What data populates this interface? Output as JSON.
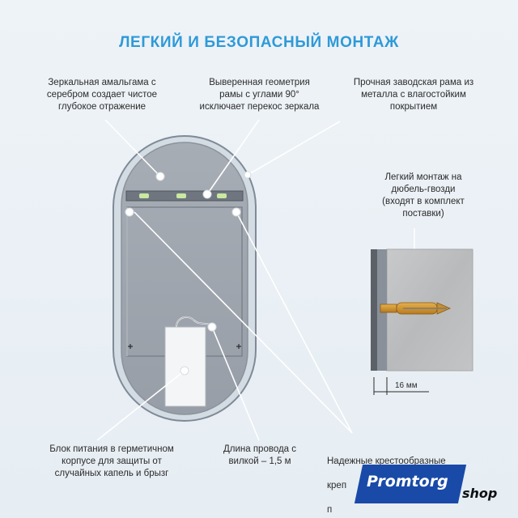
{
  "title": "ЛЕГКИЙ И БЕЗОПАСНЫЙ МОНТАЖ",
  "notes": {
    "amalgam": "Зеркальная амальгама с\nсеребром создает чистое\nглубокое отражение",
    "geometry": "Выверенная геометрия\nрамы с углами 90°\nисключает перекос зеркала",
    "frame": "Прочная заводская рама из\nметалла с влагостойким\nпокрытием",
    "mounting": "Легкий монтаж на\nдюбель-гвозди\n(входят в комплект\nпоставки)",
    "power": "Блок питания в герметичном\nкорпусе для защиты от\nслучайных капель и брызг",
    "cable": "Длина провода с\nвилкой – 1,5 м",
    "brackets_line1": "Надежные крестообразные",
    "brackets_line2": "креп",
    "brackets_line3": "п"
  },
  "dimension": "16 мм",
  "brand": {
    "name": "Promtorg",
    "suffix": "shop"
  },
  "colors": {
    "accent": "#2e9ad8",
    "brand": "#1a4aa8"
  }
}
